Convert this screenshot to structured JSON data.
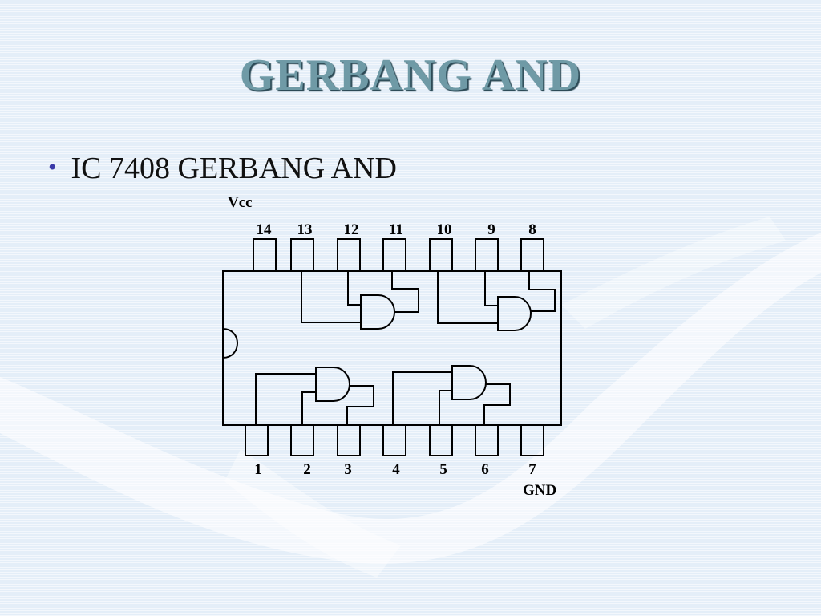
{
  "slide": {
    "title": "GERBANG  AND",
    "bullet": "IC 7408  GERBANG AND"
  },
  "diagram": {
    "vcc_label": "Vcc",
    "gnd_label": "GND",
    "top_pins": [
      "14",
      "13",
      "12",
      "11",
      "10",
      "9",
      "8"
    ],
    "bottom_pins": [
      "1",
      "2",
      "3",
      "4",
      "5",
      "6",
      "7"
    ]
  },
  "colors": {
    "title": "#6f9aa6",
    "bullet": "#3a3aa8",
    "background": "#e4eef8"
  }
}
